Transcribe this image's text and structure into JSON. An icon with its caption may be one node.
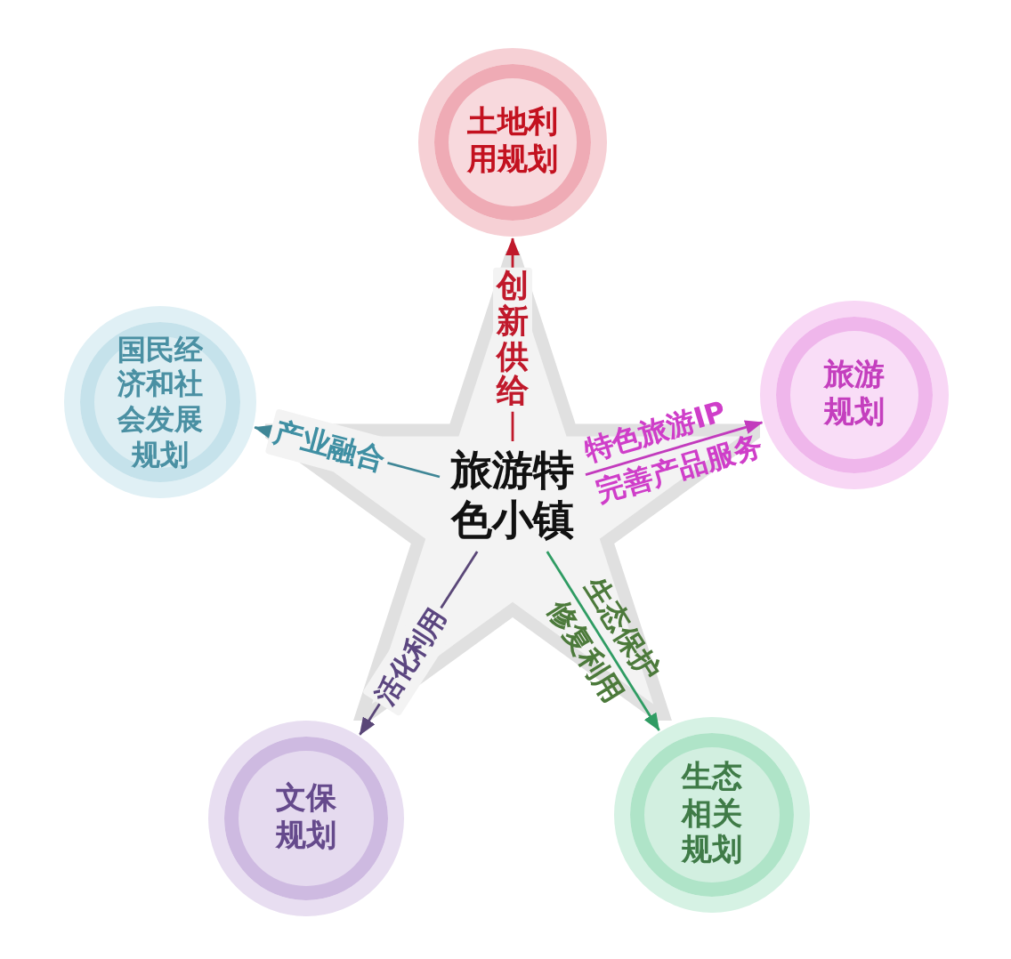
{
  "diagram": {
    "nodes": [
      {
        "text": [
          "土地利用规划"
        ]
      },
      {
        "text": [
          "国民经济和社会发展规划"
        ]
      },
      {
        "text": [
          "旅游规划"
        ]
      },
      {
        "text": [],
        "shape": "star"
      },
      {
        "text": [
          "旅游特色小镇"
        ],
        "in": 3
      },
      {
        "text": [
          "文保规划"
        ]
      },
      {
        "text": [
          "生态相关规划"
        ]
      }
    ],
    "edges": [
      {
        "from": 4,
        "to": 0,
        "arrow": "to",
        "label": "创新供给",
        "color": "#c0192b"
      },
      {
        "from": 4,
        "to": 1,
        "arrow": "to",
        "label": "产业融合",
        "color": "#3f8696"
      },
      {
        "from": 4,
        "to": 2,
        "arrow": "to",
        "label": "特色旅游IP完善产品服务",
        "color": "#c23bbd"
      },
      {
        "from": 4,
        "to": 5,
        "arrow": "to",
        "label": "活化利用",
        "color": "#5a4778"
      },
      {
        "from": 4,
        "to": 6,
        "arrow": "to",
        "label": "生态保护修复利用",
        "color": "#2f9c63"
      }
    ]
  }
}
